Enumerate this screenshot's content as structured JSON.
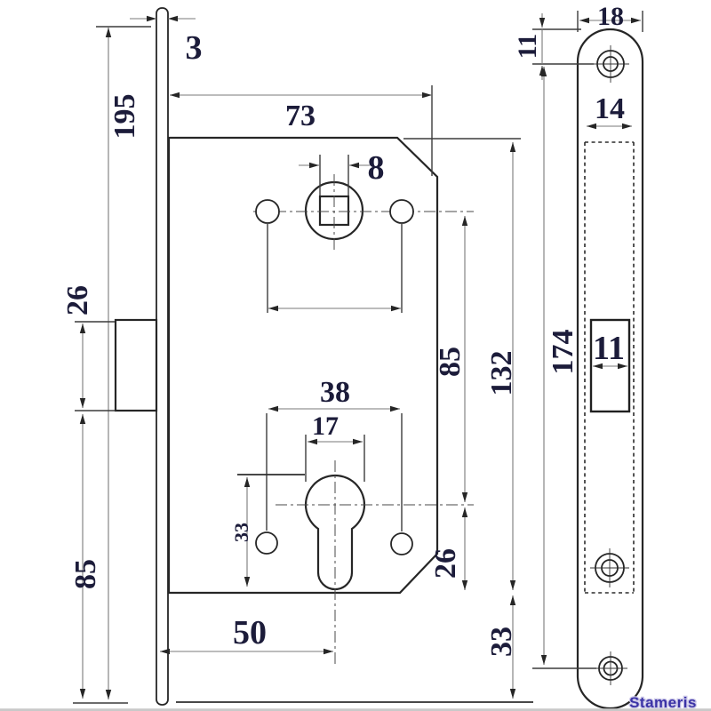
{
  "watermark": "Stameris",
  "front": {
    "faceplate_thickness": "3",
    "faceplate_length": "195",
    "case_width": "73",
    "spindle_square": "8",
    "deadbolt_height": "26",
    "deadbolt_to_plate_end": "85",
    "fixing_holes_spacing": "38",
    "cylinder_width": "17",
    "cylinder_offset": "33",
    "backset": "50",
    "centers_distance": "85",
    "case_height": "132",
    "cylinder_to_case_bottom": "26",
    "case_to_plate_end": "33"
  },
  "side": {
    "plate_width": "18",
    "end_to_screw": "11",
    "cutout_width": "14",
    "screw_centers": "174",
    "bolt_width": "11"
  }
}
